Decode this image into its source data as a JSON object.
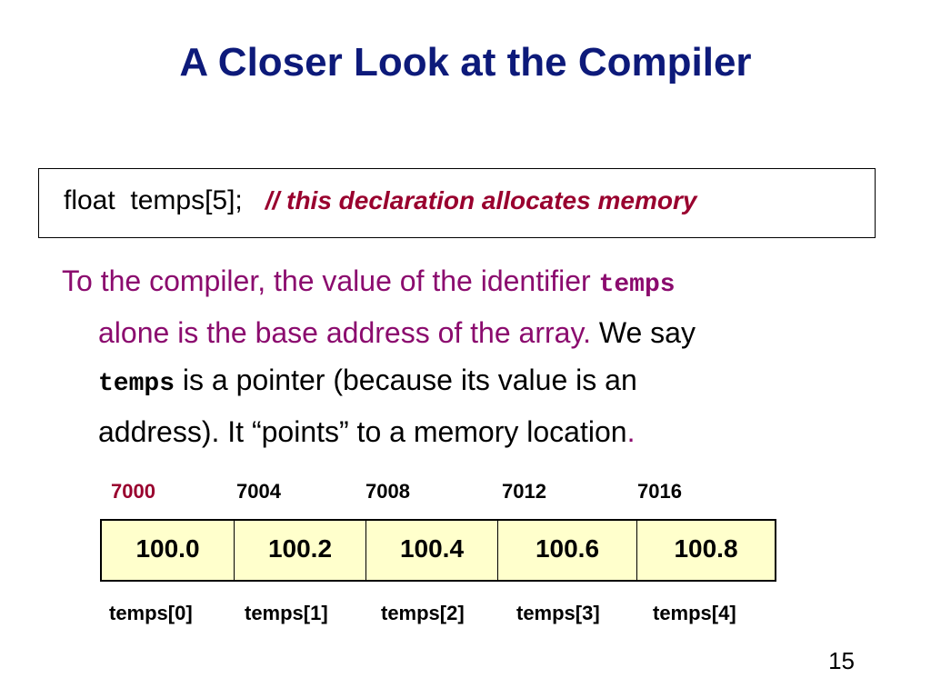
{
  "slide": {
    "title": "A Closer Look at the Compiler",
    "page_number": "15"
  },
  "code_box": {
    "code": "float  temps[5];",
    "comment_prefix": "//",
    "comment_text": "this declaration allocates memory"
  },
  "paragraph": {
    "part1": "To the compiler, the value of the identifier ",
    "identifier": "temps",
    "part2": "alone is the base address of the array.",
    "part3": "We say",
    "part4": " is a pointer (because its value is an",
    "part5": "address).  It “points” to a memory location",
    "period": "."
  },
  "memory": {
    "addresses": [
      "7000",
      "7004",
      "7008",
      "7012",
      "7016"
    ],
    "values": [
      "100.0",
      "100.2",
      "100.4",
      "100.6",
      "100.8"
    ],
    "labels": [
      "temps[0]",
      "temps[1]",
      "temps[2]",
      "temps[3]",
      "temps[4]"
    ]
  },
  "colors": {
    "title": "#0d1a7a",
    "magenta_text": "#8b0b6e",
    "comment": "#99002e",
    "cell_fill": "#ffffcc"
  }
}
